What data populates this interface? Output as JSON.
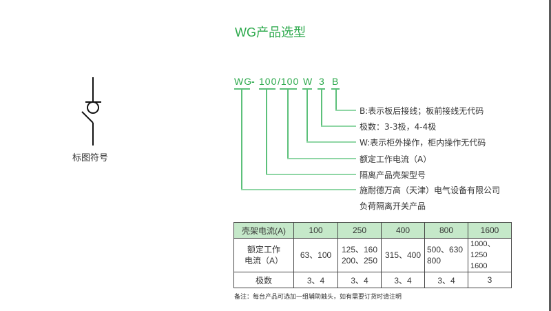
{
  "title": "WG产品选型",
  "symbol": {
    "icon": "isolating-switch-symbol-icon",
    "label": "标图符号"
  },
  "model_code": {
    "parts": [
      {
        "text": "WG",
        "key": "series"
      },
      {
        "text": "-",
        "key": "dash"
      },
      {
        "text": "100",
        "key": "frame"
      },
      {
        "text": "/100",
        "key": "rated"
      },
      {
        "text": "W",
        "key": "operation"
      },
      {
        "text": "3",
        "key": "poles"
      },
      {
        "text": "B",
        "key": "wiring"
      }
    ],
    "descriptions": [
      "B:表示板后接线；板前接线无代码",
      "极数：3-3极，4-4极",
      "W:表示柜外操作，柜内操作无代码",
      "额定工作电流（A）",
      "隔离产品壳架型号",
      "施耐德万高（天津）电气设备有限公司",
      "负荷隔离开关产品"
    ]
  },
  "table": {
    "header": [
      "壳架电流(A)",
      "100",
      "250",
      "400",
      "800",
      "1600"
    ],
    "rows": [
      {
        "label_line1": "额定工作",
        "label_line2": "电流（A）",
        "cells": [
          {
            "line1": "63、100",
            "line2": ""
          },
          {
            "line1": "125、160",
            "line2": "200、250"
          },
          {
            "line1": "315、400",
            "line2": ""
          },
          {
            "line1": "500、630",
            "line2": "800"
          },
          {
            "line1": "1000、1250",
            "line2": "1600"
          }
        ]
      },
      {
        "label": "极数",
        "cells": [
          "3、4",
          "3、4",
          "3、4",
          "3、4",
          "3"
        ]
      }
    ],
    "header_color": "#c5e8c9"
  },
  "note": "备注：每台产品可选加一组辅助触头，如有需要订货时请注明",
  "colors": {
    "accent": "#2aa84a",
    "bracket_line": "#8fd6a5"
  }
}
